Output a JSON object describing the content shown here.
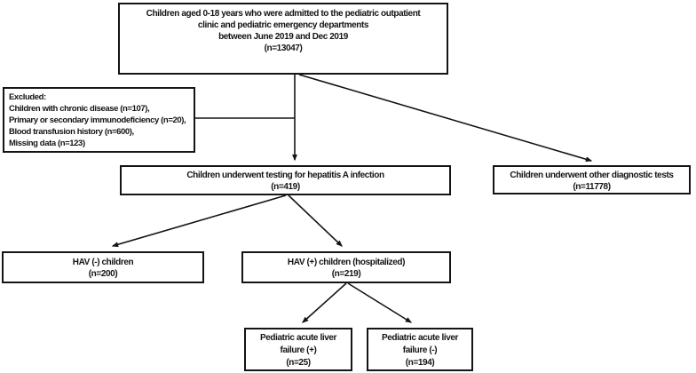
{
  "diagram": {
    "type": "flowchart",
    "nodes": {
      "population": {
        "lines": [
          "Children aged 0-18 years who were admitted to the pediatric outpatient",
          "clinic and pediatric emergency departments",
          "between June 2019 and Dec 2019",
          "(n=13047)"
        ],
        "n": 13047
      },
      "excluded": {
        "lines": [
          "Excluded:",
          "Children with chronic disease (n=107),",
          "Primary or secondary immunodeficiency (n=20),",
          "Blood transfusion history (n=600),",
          "Missing data (n=123)"
        ],
        "reasons": [
          {
            "label": "Children with chronic disease",
            "n": 107
          },
          {
            "label": "Primary or secondary immunodeficiency",
            "n": 20
          },
          {
            "label": "Blood transfusion history",
            "n": 600
          },
          {
            "label": "Missing data",
            "n": 123
          }
        ]
      },
      "hav_tested": {
        "lines": [
          "Children underwent testing for hepatitis A infection",
          "(n=419)"
        ],
        "n": 419
      },
      "other_tests": {
        "lines": [
          "Children underwent other diagnostic tests",
          "(n=11778)"
        ],
        "n": 11778
      },
      "hav_negative": {
        "lines": [
          "HAV (-) children",
          "(n=200)"
        ],
        "n": 200
      },
      "hav_positive": {
        "lines": [
          "HAV (+) children (hospitalized)",
          "(n=219)"
        ],
        "n": 219
      },
      "palf_positive": {
        "lines": [
          "Pediatric acute liver",
          "failure (+)",
          "(n=25)"
        ],
        "n": 25
      },
      "palf_negative": {
        "lines": [
          "Pediatric acute liver",
          "failure (-)",
          "(n=194)"
        ],
        "n": 194
      }
    },
    "edges": [
      {
        "from": "population",
        "to": "hav_tested",
        "arrowhead": true
      },
      {
        "from": "population",
        "to": "other_tests",
        "arrowhead": true
      },
      {
        "from": "excluded",
        "to": "population-hav_tested-connector",
        "arrowhead": false
      },
      {
        "from": "hav_tested",
        "to": "hav_negative",
        "arrowhead": true
      },
      {
        "from": "hav_tested",
        "to": "hav_positive",
        "arrowhead": true
      },
      {
        "from": "hav_positive",
        "to": "palf_positive",
        "arrowhead": true
      },
      {
        "from": "hav_positive",
        "to": "palf_negative",
        "arrowhead": true
      }
    ],
    "colors": {
      "line": "#141414",
      "box_border": "#141414",
      "background": "#ffffff",
      "text": "#141414"
    }
  }
}
